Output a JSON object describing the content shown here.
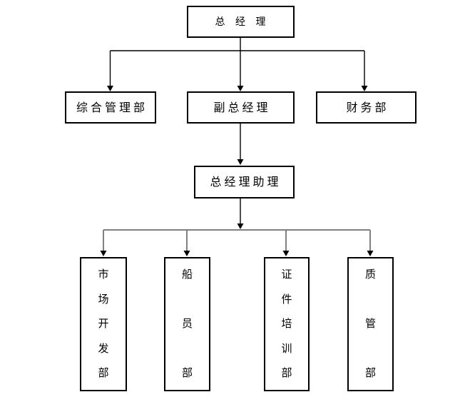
{
  "colors": {
    "background": "#ffffff",
    "box_border": "#000000",
    "text": "#000000",
    "connector_primary": "#000000",
    "connector_secondary": "#808080"
  },
  "org_chart": {
    "type": "organization-tree",
    "root": {
      "label": "总 经 理"
    },
    "level2": [
      {
        "label": "综合管理部"
      },
      {
        "label": "副总经理"
      },
      {
        "label": "财务部"
      }
    ],
    "level3": {
      "label": "总经理助理"
    },
    "level4": [
      {
        "label": "市场开发部",
        "orientation": "vertical"
      },
      {
        "label": "船员部",
        "orientation": "vertical"
      },
      {
        "label": "证件培训部",
        "orientation": "vertical"
      },
      {
        "label": "质管部",
        "orientation": "vertical"
      }
    ]
  }
}
